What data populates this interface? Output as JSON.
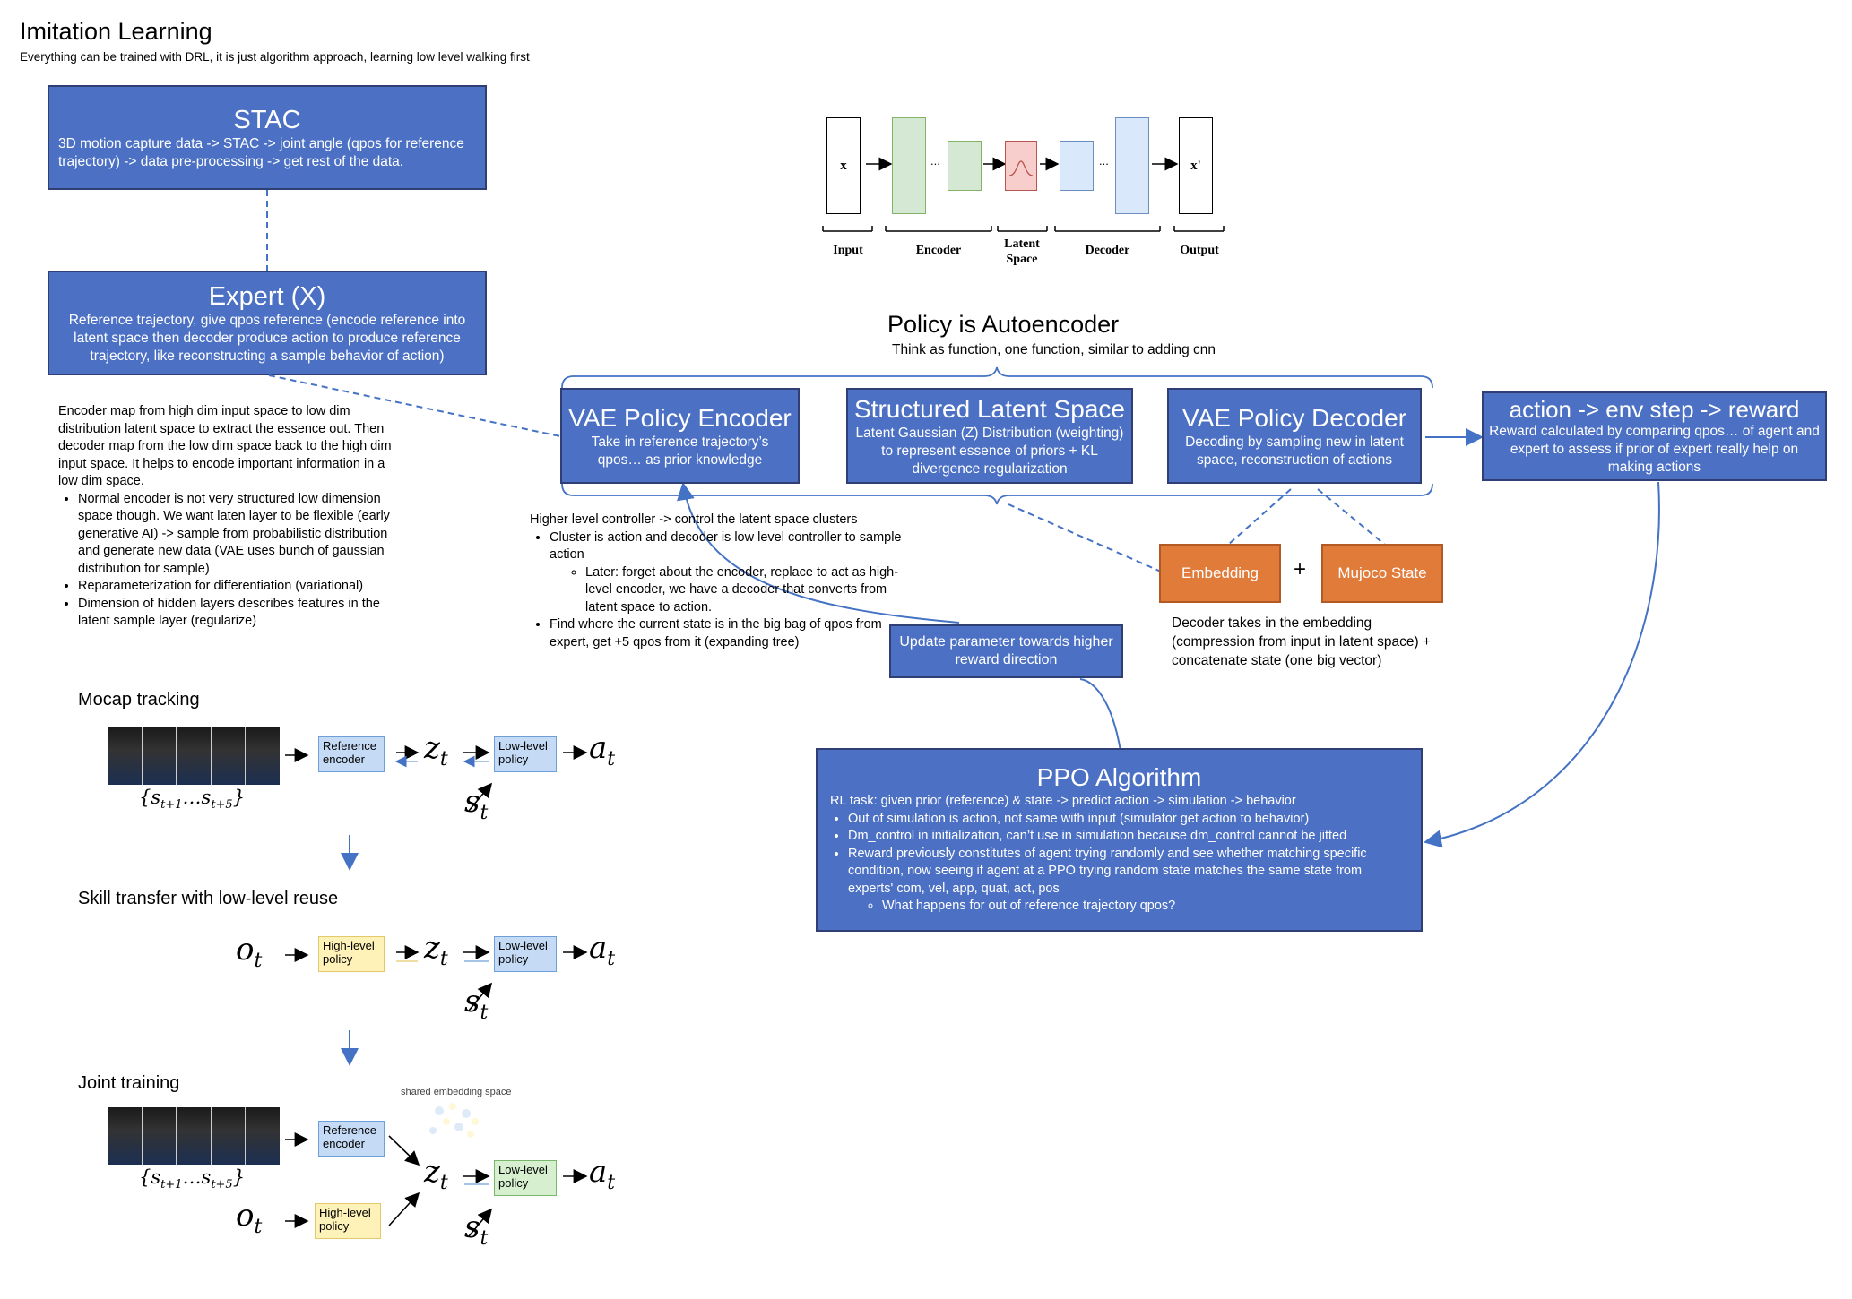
{
  "header": {
    "title": "Imitation Learning",
    "subtitle": "Everything can be trained with DRL, it is just algorithm approach, learning low level walking first"
  },
  "stac": {
    "title": "STAC",
    "text": "3D motion capture data -> STAC -> joint angle (qpos for reference trajectory) -> data pre-processing -> get rest of the data."
  },
  "expert": {
    "title": "Expert (X)",
    "text": "Reference trajectory, give qpos reference (encode reference into latent space then decoder produce action to produce reference trajectory, like reconstructing a sample behavior of action)"
  },
  "encoder_note": {
    "para": "Encoder map from high dim input space to low dim distribution latent space to extract the essence out. Then decoder map from the low dim space back to the high dim input space. It helps to encode important information in a low dim space.",
    "bullets": [
      "Normal encoder is not very structured low dimension space though. We want laten layer to be flexible (early generative AI) -> sample from probabilistic distribution and generate new data (VAE uses bunch of gaussian distribution for sample)",
      "Reparameterization for differentiation (variational)",
      "Dimension of hidden layers describes features in the latent sample layer (regularize)"
    ]
  },
  "autoencoder_figure": {
    "x_label": "x",
    "xprime_label": "x'",
    "dots": "...",
    "stages": [
      "Input",
      "Encoder",
      "Latent Space",
      "Decoder",
      "Output"
    ],
    "colors": {
      "encoder": "#d5e8d4",
      "encoder_border": "#82b366",
      "latent": "#f8cecc",
      "latent_border": "#b85450",
      "decoder": "#dae8fc",
      "decoder_border": "#6c8ebf"
    }
  },
  "policy": {
    "title": "Policy is Autoencoder",
    "subtitle": "Think as function, one function, similar to adding cnn"
  },
  "vae_encoder": {
    "title": "VAE Policy Encoder",
    "text": "Take in reference trajectory’s qpos… as prior knowledge"
  },
  "latent": {
    "title": "Structured Latent Space",
    "text": "Latent Gaussian (Z) Distribution (weighting) to represent essence of priors + KL divergence regularization"
  },
  "vae_decoder": {
    "title": "VAE Policy Decoder",
    "text": "Decoding by sampling new in latent space, reconstruction of actions"
  },
  "action_box": {
    "title": "action -> env step -> reward",
    "text": "Reward calculated by comparing qpos… of agent and expert to assess if prior of expert really help on making actions"
  },
  "embedding": {
    "label": "Embedding",
    "plus": "+",
    "mujoco": "Mujoco State"
  },
  "decoder_note": "Decoder takes in the embedding (compression from input in latent space) + concatenate state (one big vector)",
  "controller_note": {
    "para": "Higher level controller -> control the latent space clusters",
    "bullets": [
      "Cluster is action and decoder is low level controller to sample action",
      "Find where the current state is in the big bag of qpos from expert, get +5 qpos from it (expanding tree)"
    ],
    "sub_bullet": "Later: forget about the encoder, replace to act as high-level encoder, we have a decoder that converts from latent space to action."
  },
  "update_box": "Update parameter towards higher reward direction",
  "ppo": {
    "title": "PPO Algorithm",
    "intro": "RL task: given prior (reference) & state -> predict action -> simulation -> behavior",
    "bullets": [
      "Out of simulation is action, not same with input (simulator get action to behavior)",
      "Dm_control in initialization, can’t use in simulation because dm_control cannot be jitted",
      "Reward previously constitutes of agent trying randomly and see whether matching specific condition, now seeing if agent at a PPO trying random state matches the same state from experts' com, vel, app, quat, act, pos"
    ],
    "sub_bullet": "What happens for out of reference trajectory qpos?"
  },
  "lower": {
    "mocap_title": "Mocap tracking",
    "skill_title": "Skill transfer with low-level reuse",
    "joint_title": "Joint training",
    "shared": "shared embedding space",
    "ref_encoder": "Reference encoder",
    "low_policy": "Low-level policy",
    "high_policy": "High-level policy",
    "seq": "{s",
    "seq_sub1": "t+1",
    "seq_mid": "…s",
    "seq_sub2": "t+5",
    "seq_end": "}",
    "z": "z",
    "a": "a",
    "s": "s",
    "o": "o",
    "t": "t"
  },
  "colors": {
    "blue_box": "#4b70c4",
    "orange_box": "#e07b39",
    "arrow": "#4472c4"
  }
}
